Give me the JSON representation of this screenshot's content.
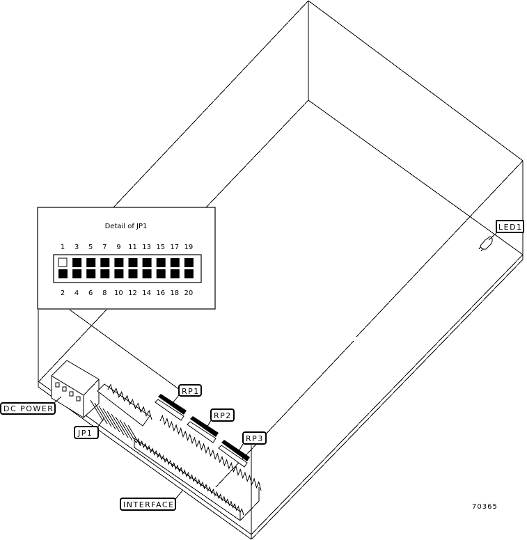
{
  "figure_id": "70365",
  "detail": {
    "title": "Detail of JP1",
    "top_pin_numbers": [
      "1",
      "3",
      "5",
      "7",
      "9",
      "11",
      "13",
      "15",
      "17",
      "19"
    ],
    "bottom_pin_numbers": [
      "2",
      "4",
      "6",
      "8",
      "10",
      "12",
      "14",
      "16",
      "18",
      "20"
    ],
    "top_pin_jumpered": [
      false,
      true,
      true,
      true,
      true,
      true,
      true,
      true,
      true,
      true
    ],
    "bottom_pin_jumpered": [
      true,
      true,
      true,
      true,
      true,
      true,
      true,
      true,
      true,
      true
    ]
  },
  "callouts": {
    "dc_power": "DC POWER",
    "jp1": "JP1",
    "rp1": "RP1",
    "rp2": "RP2",
    "rp3": "RP3",
    "interface": "INTERFACE",
    "led1": "LED1"
  }
}
